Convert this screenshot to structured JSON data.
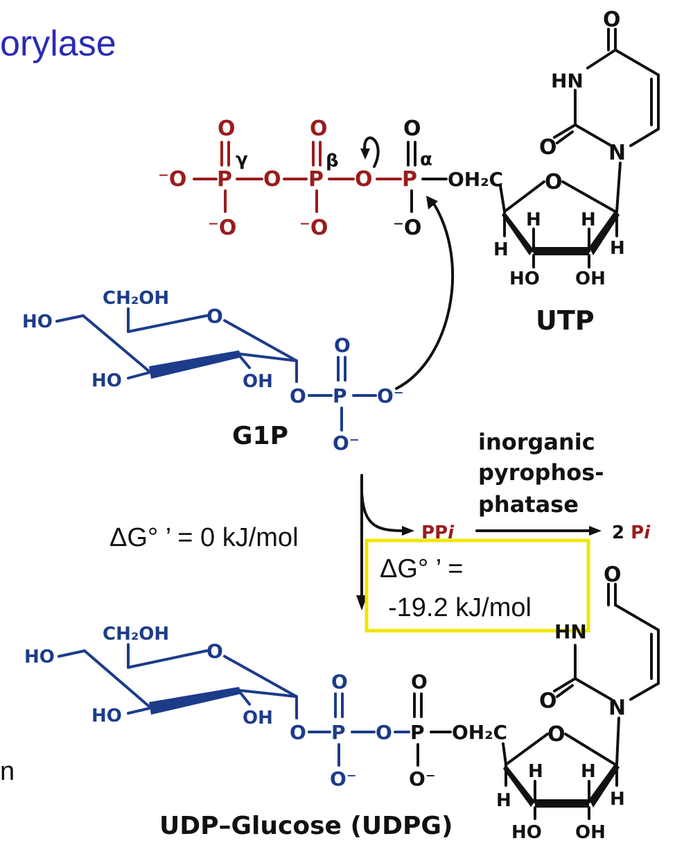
{
  "title_fragment": "orylase",
  "left_fragment": "n",
  "colors": {
    "title": "#2b2bb5",
    "phosphate_red": "#9b1c1c",
    "sugar_blue": "#1c3c8a",
    "black": "#111111",
    "highlight_box": "#f0e600"
  },
  "utp": {
    "label": "UTP",
    "O": "O",
    "OM": "O",
    "HN": "HN",
    "N": "N",
    "P": "P",
    "H": "H",
    "HO": "HO",
    "OH": "OH",
    "OH2C": "OH₂C",
    "gamma": "γ",
    "beta": "β",
    "alpha": "α",
    "minus": "⁻"
  },
  "g1p": {
    "label": "G1P",
    "CH2OH": "CH₂OH",
    "HO": "HO",
    "OH": "OH",
    "O": "O",
    "P": "P",
    "minus": "⁻"
  },
  "reaction": {
    "dg1": "ΔG° ’ = 0 kJ/mol",
    "ppi": "PP",
    "ppi_sub": "i",
    "enzyme_line1": "inorganic",
    "enzyme_line2": "pyrophos-",
    "enzyme_line3": "phatase",
    "product_pi_count": "2 ",
    "product_pi": "P",
    "product_pi_sub": "i",
    "dg2_line1": "ΔG° ’ =",
    "dg2_line2": "-19.2 kJ/mol"
  },
  "udpg": {
    "label": "UDP–Glucose (UDPG)",
    "CH2OH": "CH₂OH",
    "HO": "HO",
    "OH": "OH",
    "O": "O",
    "P": "P",
    "HN": "HN",
    "N": "N",
    "H": "H",
    "OH2C": "OH₂C",
    "minus": "⁻"
  }
}
